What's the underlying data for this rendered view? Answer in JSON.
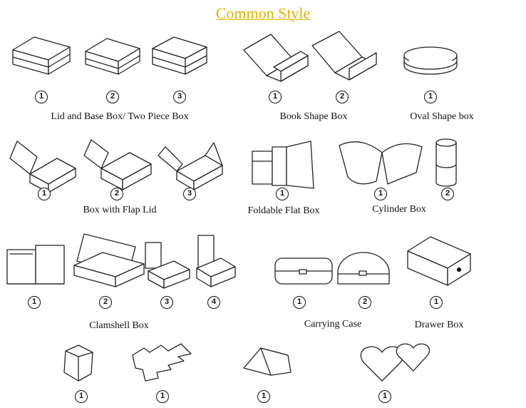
{
  "title": "Common Style",
  "labels": {
    "lid_base": "Lid and Base Box/ Two Piece Box",
    "book": "Book Shape Box",
    "oval": "Oval Shape box",
    "flap": "Box with Flap Lid",
    "foldable": "Foldable Flat Box",
    "cylinder": "Cylinder Box",
    "clamshell": "Clamshell Box",
    "carrying": "Carrying Case",
    "drawer": "Drawer Box"
  },
  "numbers": [
    "1",
    "2",
    "3",
    "1",
    "2",
    "1",
    "1",
    "2",
    "3",
    "1",
    "1",
    "2",
    "1",
    "2",
    "3",
    "4",
    "1",
    "2",
    "1",
    "1",
    "1",
    "1",
    "1"
  ]
}
